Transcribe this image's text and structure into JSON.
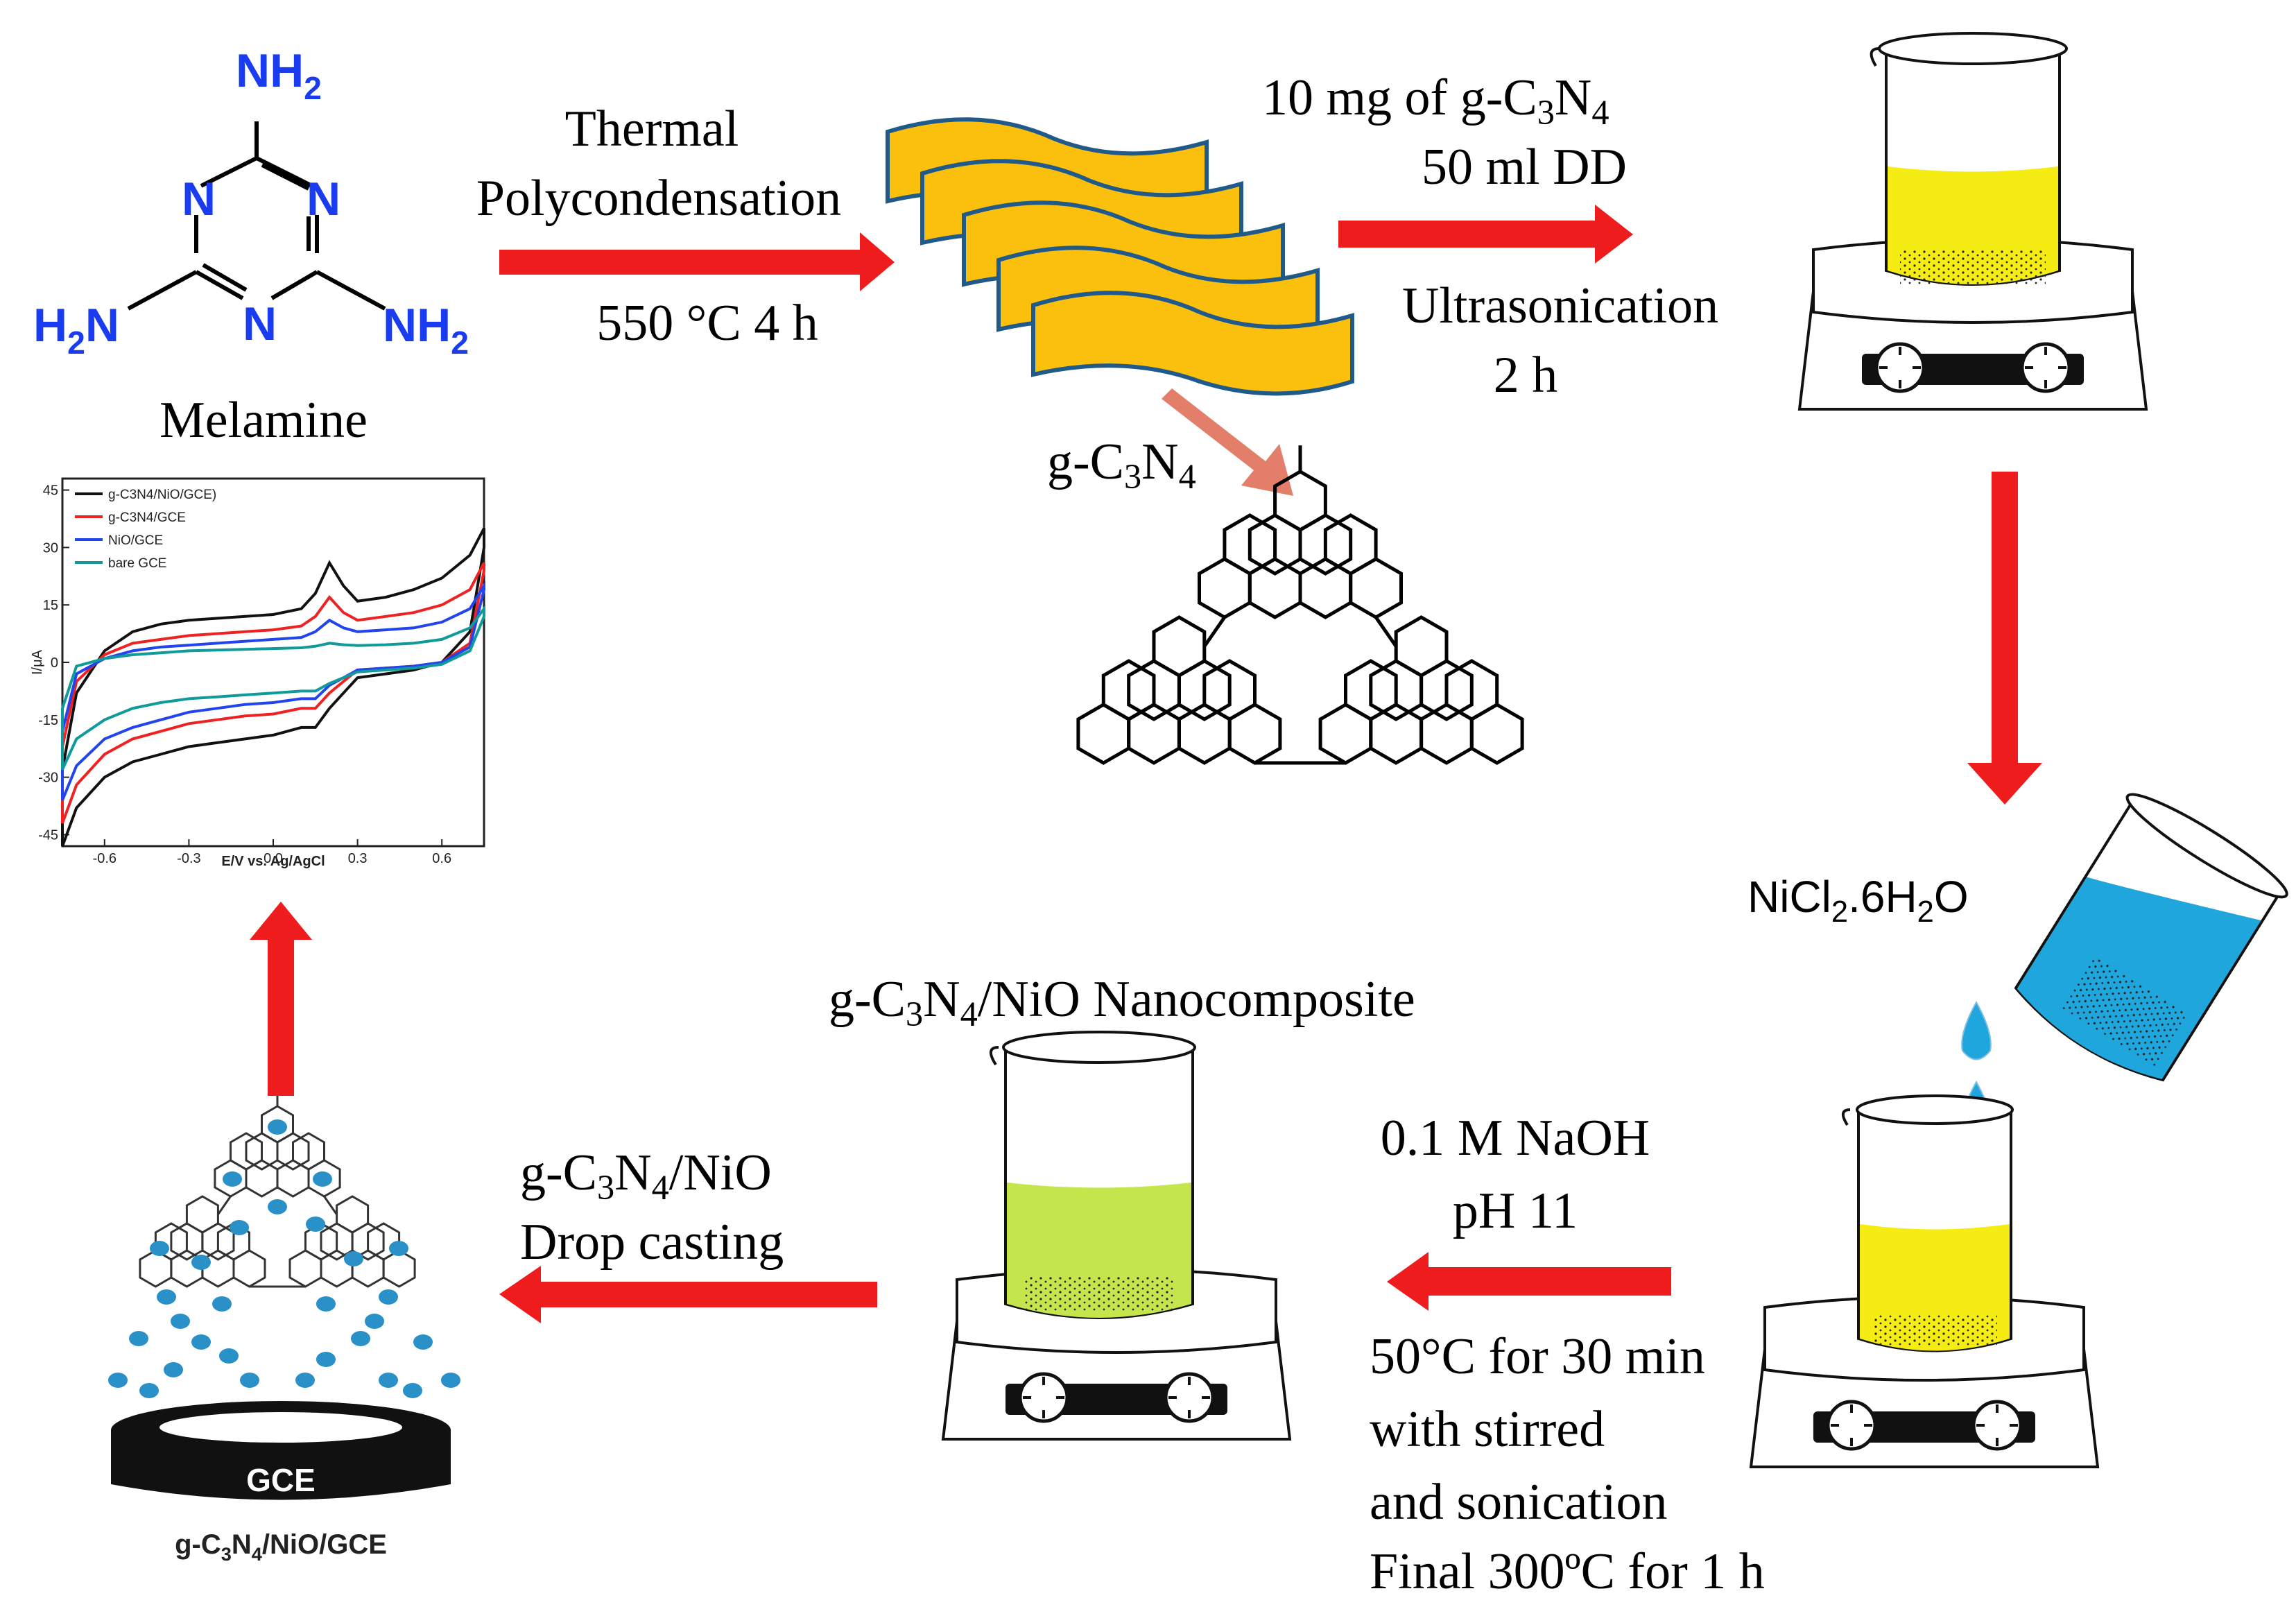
{
  "melamine": {
    "name": "Melamine",
    "atoms": {
      "nh2_top": "NH",
      "nh2_left_h": "H",
      "nh2_left_n": "N",
      "nh2_right": "NH",
      "n": "N",
      "sub_2": "2"
    }
  },
  "step1": {
    "line1": "Thermal",
    "line2": "Polycondensation",
    "condition": "550  °C  4 h"
  },
  "gcn": {
    "prefix": "g-C",
    "sub3": "3",
    "mid": "N",
    "sub4": "4"
  },
  "step2": {
    "amount_prefix": "10 mg of g-C",
    "amount_sub3": "3",
    "amount_mid": "N",
    "amount_sub4": "4",
    "solvent": "50 ml DD",
    "method": "Ultrasonication",
    "time": "2 h"
  },
  "reagent": {
    "prefix": "NiCl",
    "sub2": "2",
    "mid": ".6H",
    "sub2b": "2",
    "suffix": "O"
  },
  "step3": {
    "base": "0.1 M NaOH",
    "ph": "pH  11",
    "cond1": "50°C for 30 min",
    "cond2": "with stirred",
    "cond3": "and sonication",
    "cond4": "Final 300ºC for 1 h"
  },
  "nanocomposite": {
    "prefix": "g-C",
    "sub3": "3",
    "mid": "N",
    "sub4": "4",
    "suffix": "/NiO  Nanocomposite"
  },
  "step4": {
    "prefix": "g-C",
    "sub3": "3",
    "mid": "N",
    "sub4": "4",
    "suffix": "/NiO",
    "method": "Drop casting"
  },
  "electrode": {
    "disk_label": "GCE",
    "prefix": "g-C",
    "sub3": "3",
    "mid": "N",
    "sub4": "4",
    "suffix": "/NiO/GCE"
  },
  "colors": {
    "arrow": "#ee1c1c",
    "gcn_sheet": "#fbbf0e",
    "gcn_edge": "#1f5a8a",
    "yellow_solution": "#f4ec12",
    "blue_solution": "#1fa6dc",
    "green_solution": "#c4e64c",
    "atom_blue": "#1a3cf0"
  },
  "chart_data": {
    "type": "line",
    "xlabel": "E/V vs. Ag/AgCl",
    "ylabel": "I/μA",
    "xlim": [
      -0.75,
      0.75
    ],
    "ylim": [
      -48,
      48
    ],
    "xticks": [
      "-0.6",
      "-0.3",
      "0.0",
      "0.3",
      "0.6"
    ],
    "xtick_values": [
      -0.6,
      -0.3,
      0.0,
      0.3,
      0.6
    ],
    "yticks": [
      "45",
      "30",
      "15",
      "0",
      "-15",
      "-30",
      "-45"
    ],
    "ytick_values": [
      45,
      30,
      15,
      0,
      -15,
      -30,
      -45
    ],
    "legend_position": "top-left",
    "series": [
      {
        "name": "g-C3N4/NiO/GCE)",
        "color": "#111111",
        "x": [
          -0.75,
          -0.7,
          -0.6,
          -0.5,
          -0.4,
          -0.3,
          -0.2,
          -0.1,
          0.0,
          0.1,
          0.15,
          0.2,
          0.25,
          0.3,
          0.4,
          0.5,
          0.6,
          0.7,
          0.75
        ],
        "upper": [
          -28,
          -8,
          3,
          8,
          10,
          11,
          11.5,
          12,
          12.5,
          14,
          18,
          26,
          20,
          16,
          17,
          19,
          22,
          28,
          35
        ],
        "lower": [
          -48,
          -38,
          -30,
          -26,
          -24,
          -22,
          -21,
          -20,
          -19,
          -17,
          -17,
          -12,
          -8,
          -4,
          -3,
          -2,
          0,
          8,
          30
        ]
      },
      {
        "name": "g-C3N4/GCE",
        "color": "#ee2222",
        "x": [
          -0.75,
          -0.7,
          -0.6,
          -0.5,
          -0.4,
          -0.3,
          -0.2,
          -0.1,
          0.0,
          0.1,
          0.15,
          0.2,
          0.25,
          0.3,
          0.4,
          0.5,
          0.6,
          0.7,
          0.75
        ],
        "upper": [
          -22,
          -5,
          2,
          5,
          6,
          7,
          7.5,
          8,
          8.5,
          9.5,
          12,
          17,
          13,
          11,
          12,
          13,
          15,
          19,
          26
        ],
        "lower": [
          -42,
          -32,
          -24,
          -20,
          -18,
          -16,
          -15,
          -14,
          -13.5,
          -12,
          -12,
          -8,
          -5,
          -2,
          -1.5,
          -1,
          0,
          5,
          24
        ]
      },
      {
        "name": "NiO/GCE",
        "color": "#2244ee",
        "x": [
          -0.75,
          -0.7,
          -0.6,
          -0.5,
          -0.4,
          -0.3,
          -0.2,
          -0.1,
          0.0,
          0.1,
          0.15,
          0.2,
          0.25,
          0.3,
          0.4,
          0.5,
          0.6,
          0.7,
          0.75
        ],
        "upper": [
          -18,
          -3,
          1,
          3,
          4,
          4.5,
          5,
          5.5,
          6,
          6.5,
          8,
          11,
          9,
          8,
          8.5,
          9,
          10.5,
          14,
          20
        ],
        "lower": [
          -36,
          -27,
          -20,
          -17,
          -15,
          -13,
          -12,
          -11,
          -10.5,
          -9.5,
          -9.5,
          -6,
          -4,
          -2,
          -1.5,
          -1,
          0,
          4,
          19
        ]
      },
      {
        "name": "bare GCE",
        "color": "#119a9a",
        "x": [
          -0.75,
          -0.7,
          -0.6,
          -0.5,
          -0.4,
          -0.3,
          -0.2,
          -0.1,
          0.0,
          0.1,
          0.15,
          0.2,
          0.25,
          0.3,
          0.4,
          0.5,
          0.6,
          0.7,
          0.75
        ],
        "upper": [
          -12,
          -1,
          1,
          2,
          2.5,
          3,
          3.2,
          3.4,
          3.6,
          3.8,
          4.2,
          5,
          4.6,
          4.4,
          4.6,
          5,
          6,
          9,
          14
        ],
        "lower": [
          -28,
          -20,
          -15,
          -12,
          -10.5,
          -9.5,
          -9,
          -8.5,
          -8,
          -7.5,
          -7.5,
          -5.5,
          -4,
          -2.5,
          -2,
          -1.5,
          -0.5,
          3,
          12
        ]
      }
    ]
  }
}
